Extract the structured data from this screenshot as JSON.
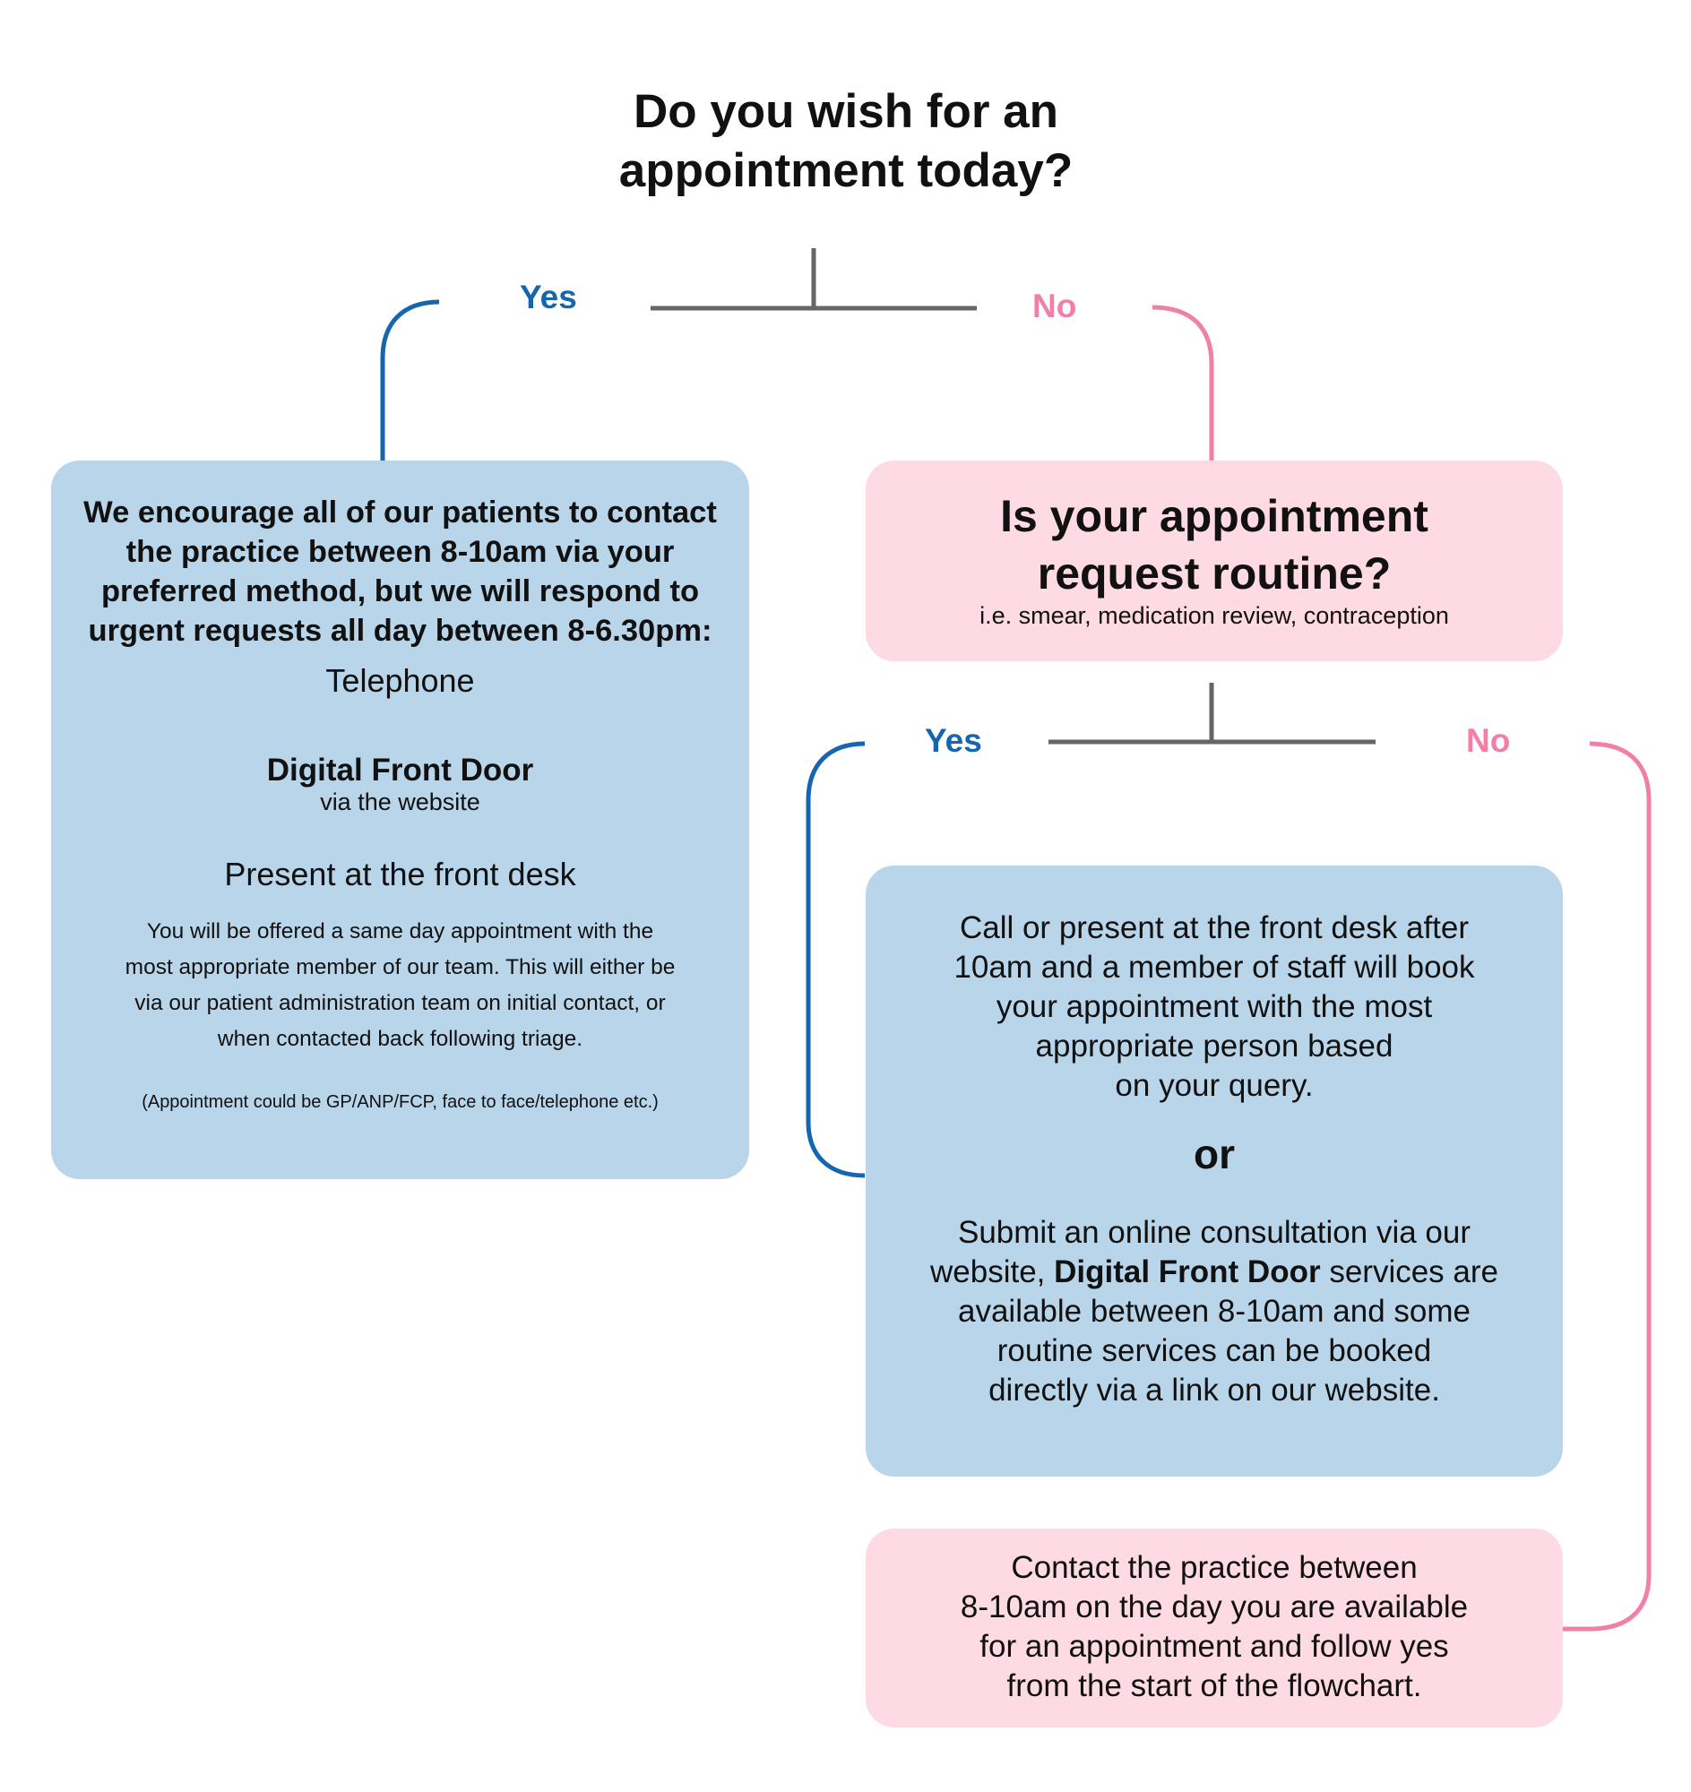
{
  "colors": {
    "yes_blue": "#1566ae",
    "no_pink": "#f17fa8",
    "connector_gray": "#666666",
    "box_blue": "#b8d5ea",
    "box_pink": "#fedae5"
  },
  "title": "Do you wish for an\nappointment today?",
  "branch1": {
    "yes_label": "Yes",
    "no_label": "No"
  },
  "yes_box": {
    "intro": "We encourage all of our patients to contact\nthe practice between 8-10am via your\npreferred method, but we will respond to\nurgent requests all day between 8-6.30pm:",
    "methods": [
      {
        "name": "Telephone"
      },
      {
        "name": "Digital Front Door",
        "note": "via the website"
      },
      {
        "name": "Present at the front desk"
      }
    ],
    "offer": "You will be offered a same day appointment with the\nmost appropriate member of our team. This will either be\nvia our patient administration team on initial contact, or\nwhen contacted back following triage.",
    "footnote": "(Appointment could be GP/ANP/FCP, face to face/telephone etc.)"
  },
  "question2": {
    "title": "Is your appointment\nrequest routine?",
    "subtitle": "i.e. smear, medication review, contraception"
  },
  "branch2": {
    "yes_label": "Yes",
    "no_label": "No"
  },
  "routine_box": {
    "call_text": "Call or present at the front desk after\n10am and a member of staff will book\nyour appointment with the most\nappropriate person based\non your query.",
    "or_label": "or",
    "online_prefix": "Submit an online consultation via our\nwebsite, ",
    "online_link": "Digital Front Door",
    "online_suffix": " services are\navailable between 8-10am and some\nroutine services can be booked\ndirectly via a link on our website."
  },
  "not_routine_box": {
    "text": "Contact the practice between\n8-10am on the day you are available\nfor an appointment and follow yes\nfrom the start of the flowchart."
  }
}
